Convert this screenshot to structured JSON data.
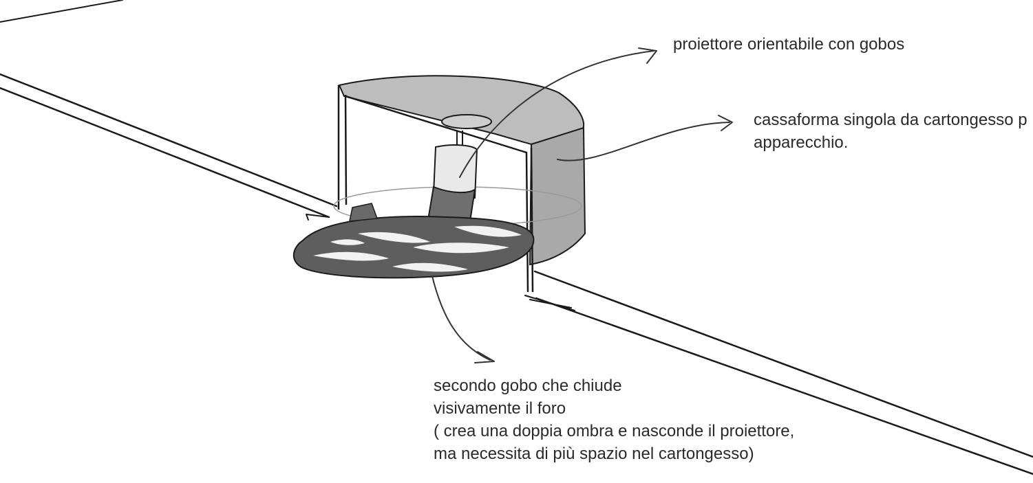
{
  "annotations": {
    "projector": {
      "lines": [
        "proiettore orientabile con gobos"
      ]
    },
    "housing": {
      "lines": [
        "cassaforma singola da cartongesso p",
        "apparecchio."
      ]
    },
    "gobo": {
      "lines": [
        "secondo gobo che chiude",
        "visivamente il foro",
        "( crea una doppia ombra e nasconde il proiettore,",
        "ma necessita di più spazio nel cartongesso)"
      ]
    }
  },
  "colors": {
    "ink": "#1a1a1a",
    "housing_top": "#bdbdbd",
    "housing_side": "#a9a9a9",
    "gobo_disc": "#5e5e5e",
    "gobo_light": "#f2f2f2"
  }
}
